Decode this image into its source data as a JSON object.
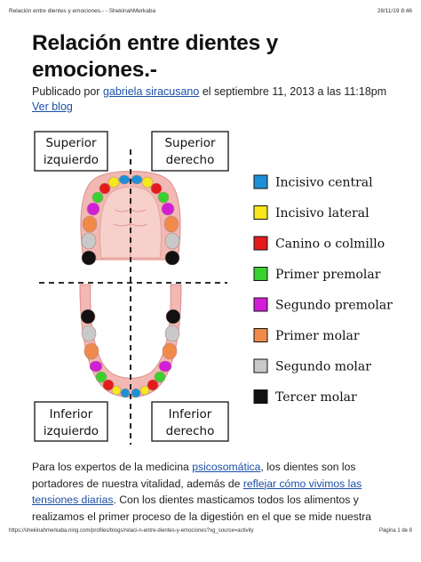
{
  "header": {
    "left": "Relación entre dientes y emociones.- - ShekinahMerkaba",
    "right": "28/11/19 8:46"
  },
  "article": {
    "title": "Relación entre dientes y emociones.-",
    "byline_prefix": "Publicado por",
    "author": "gabriela siracusano",
    "byline_suffix": "el septiembre 11, 2013 a las 11:18pm",
    "ver_blog": "Ver blog"
  },
  "figure": {
    "quadrants": {
      "upper_left_1": "Superior",
      "upper_left_2": "izquierdo",
      "upper_right_1": "Superior",
      "upper_right_2": "derecho",
      "lower_left_1": "Inferior",
      "lower_left_2": "izquierdo",
      "lower_right_1": "Inferior",
      "lower_right_2": "derecho"
    },
    "legend": [
      {
        "label": "Incisivo central",
        "color": "#1e90d8"
      },
      {
        "label": "Incisivo lateral",
        "color": "#f7e81c"
      },
      {
        "label": "Canino o colmillo",
        "color": "#e41b1b"
      },
      {
        "label": "Primer premolar",
        "color": "#39d12e"
      },
      {
        "label": "Segundo premolar",
        "color": "#d21ed6"
      },
      {
        "label": "Primer molar",
        "color": "#f08a4b"
      },
      {
        "label": "Segundo molar",
        "color": "#c9c9c9"
      },
      {
        "label": "Tercer molar",
        "color": "#111111"
      }
    ]
  },
  "body": {
    "t1": "Para los expertos de la medicina ",
    "link1": "psicosomática",
    "t2": ", los dientes son los portadores de nuestra vitalidad, además de ",
    "link2": "reflejar cómo vivimos las tensiones diarias",
    "t3": ". Con los dientes masticamos todos los alimentos y realizamos el primer proceso de la digestión en el que se mide nuestra"
  },
  "footer": {
    "left": "https://shekinahmerkaba.ning.com/profiles/blogs/relaci-n-entre-dientes-y-emociones?xg_source=activity",
    "right": "Página 1 de 8"
  }
}
